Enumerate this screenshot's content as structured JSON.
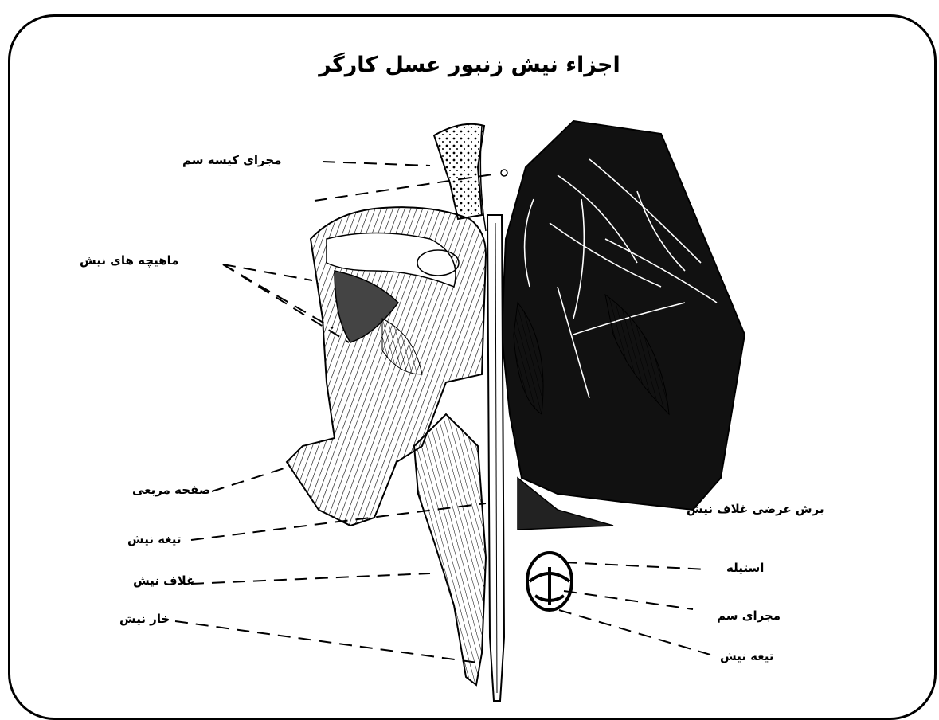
{
  "title": "اجزاء نیش زنبور عسل کارگر",
  "labels": {
    "venom_sac_duct": "مجرای کیسه سم",
    "sting_muscles": "ماهیچه های نیش",
    "square_plate": "صفحه مربعی",
    "sting_lancet": "تیغه نیش",
    "sting_sheath": "غلاف نیش",
    "sting_barb": "خار نیش",
    "cross_section_title": "برش عرضی غلاف نیش",
    "stylet": "استیله",
    "venom_canal": "مجرای سم",
    "lancet_cs": "تیغه نیش"
  }
}
